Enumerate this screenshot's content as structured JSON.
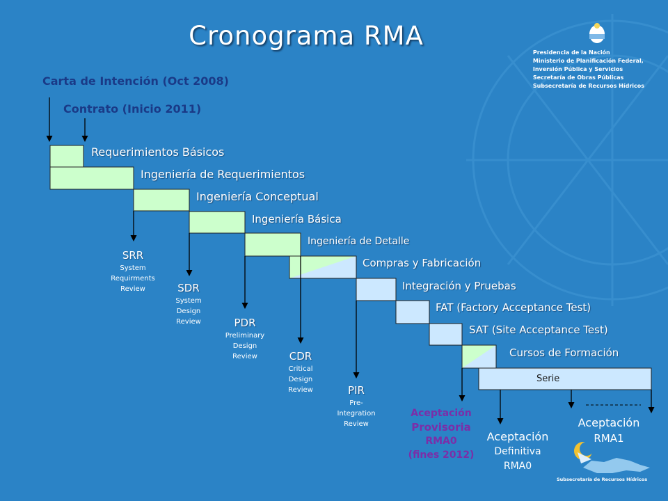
{
  "slide": {
    "title": "Cronograma RMA",
    "carta": "Carta de Intención (Oct 2008)",
    "contrato": "Contrato (Inicio 2011)"
  },
  "tasks": [
    {
      "label": "Requerimientos Básicos"
    },
    {
      "label": "Ingeniería de Requerimientos"
    },
    {
      "label": "Ingeniería Conceptual"
    },
    {
      "label": "Ingeniería Básica"
    },
    {
      "label": "Ingeniería de Detalle"
    },
    {
      "label": "Compras y Fabricación"
    },
    {
      "label": "Integración y Pruebas"
    },
    {
      "label": "FAT (Factory Acceptance Test)"
    },
    {
      "label": "SAT (Site Acceptance Test)"
    },
    {
      "label": "Cursos de Formación"
    },
    {
      "label": "Serie"
    }
  ],
  "reviews": [
    {
      "abbr": "SRR",
      "full": [
        "System",
        "Requirments",
        "Review"
      ]
    },
    {
      "abbr": "SDR",
      "full": [
        "System",
        "Design",
        "Review"
      ]
    },
    {
      "abbr": "PDR",
      "full": [
        "Preliminary",
        "Design",
        "Review"
      ]
    },
    {
      "abbr": "CDR",
      "full": [
        "Critical",
        "Design",
        "Review"
      ]
    },
    {
      "abbr": "PIR",
      "full": [
        "Pre-",
        "Integration",
        "Review"
      ]
    }
  ],
  "milestones": {
    "provisoria": [
      "Aceptación",
      "Provisoria",
      "RMA0",
      "(fines  2012)"
    ],
    "definitiva": [
      "Aceptación",
      "Definitiva",
      "RMA0"
    ],
    "rma1": [
      "Aceptación",
      "RMA1"
    ]
  },
  "logo": {
    "lines": [
      "Presidencia de la Nación",
      "Ministerio de Planificación Federal,",
      "Inversión Pública y Servicios",
      "Secretaría de Obras Públicas",
      "Subsecretaría de Recursos Hídricos"
    ],
    "bottom_caption": "Subsecretaría de Recursos Hídricos"
  },
  "colors": {
    "background": "#2b83c6",
    "green_bar": "#ccffcc",
    "blue_bar": "#cce8ff",
    "dark_label": "#1a3a87"
  }
}
